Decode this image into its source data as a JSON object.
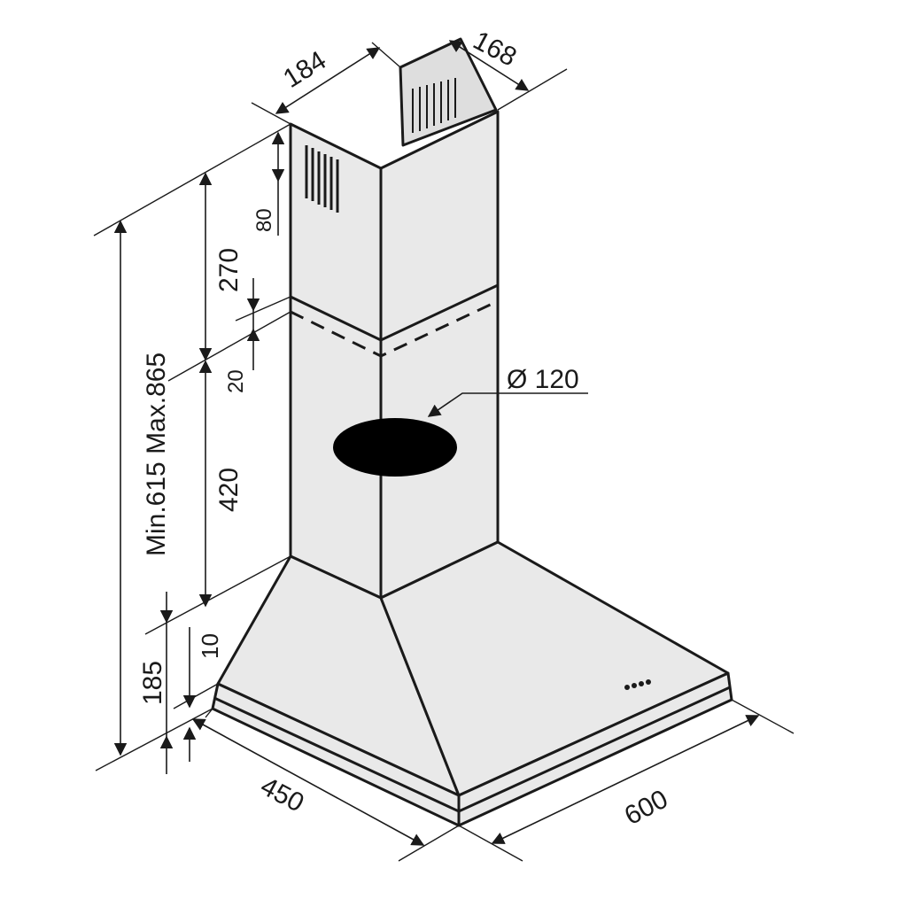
{
  "diagram": {
    "dimensions": {
      "chimney_width": "184",
      "chimney_depth": "168",
      "vent_height": "80",
      "upper_section": "270",
      "overlap": "20",
      "lower_section": "420",
      "total_height": "Min.615 Max.865",
      "hood_height": "185",
      "rim_height": "10",
      "hood_depth": "450",
      "hood_width": "600",
      "outlet_diameter": "Ø 120"
    },
    "colors": {
      "line": "#1a1a1a",
      "panel": "#e9e9e9",
      "background": "#ffffff"
    }
  }
}
